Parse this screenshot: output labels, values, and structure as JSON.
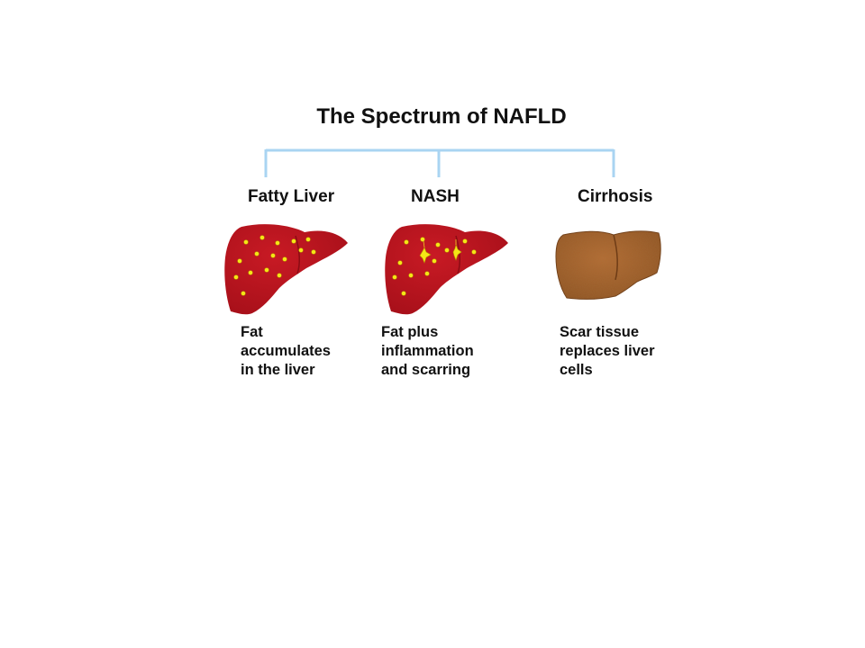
{
  "title": "The Spectrum of NAFLD",
  "stages": [
    {
      "label": "Fatty Liver",
      "description": [
        "Fat",
        "accumulates",
        "in the liver"
      ]
    },
    {
      "label": "NASH",
      "description": [
        "Fat plus",
        "inflammation",
        "and scarring"
      ]
    },
    {
      "label": "Cirrhosis",
      "description": [
        "Scar tissue",
        "replaces liver",
        "cells"
      ]
    }
  ],
  "colors": {
    "connector": "#a9d4f2",
    "healthy_liver": "#b3141f",
    "fat_droplet": "#f5e616",
    "cirrhotic_liver": "#a2602a"
  }
}
